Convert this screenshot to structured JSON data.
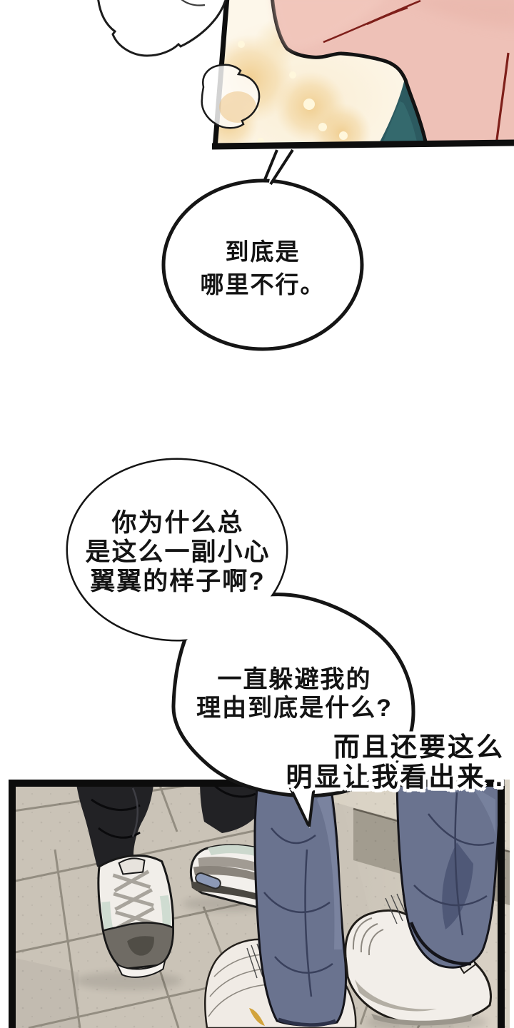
{
  "page": {
    "kind": "webtoon-comic-page",
    "background": "#ffffff"
  },
  "bubbles": {
    "b1": {
      "line1": "到底是",
      "line2": "哪里不行。"
    },
    "b2": {
      "line1": "你为什么总",
      "line2": "是这么一副小心",
      "line3": "翼翼的样子啊?"
    },
    "b3": {
      "line1": "一直躲避我的",
      "line2": "理由到底是什么?"
    },
    "narration": {
      "line1": "而且还要这么",
      "line2": "明显让我看出来 ."
    }
  },
  "palette": {
    "outline": "#141414",
    "skin_pink": "#eec1b7",
    "skin_shadow": "#e6b0a5",
    "jaw_line_red": "#7e1f1a",
    "clothing_teal": "#2c5a60",
    "clothing_teal_light": "#356a6f",
    "sparkle_cream": "#fdf7ea",
    "sparkle_gold": "#f0cd8e",
    "jeans_blue": "#6a738f",
    "jeans_fold": "#3c4360",
    "pants_black": "#222225",
    "floor_tile": "#cac3b7",
    "floor_tile_light": "#d8d1c4",
    "floor_band_grey": "#a29c8f",
    "grout": "#8a8478",
    "shoe_white": "#f1eee9",
    "shoe_grey": "#6f6b64",
    "shoe_mint": "#cfdcd1",
    "air_window_blue": "#8c99b6",
    "swoosh_gold": "#d2a33c"
  }
}
